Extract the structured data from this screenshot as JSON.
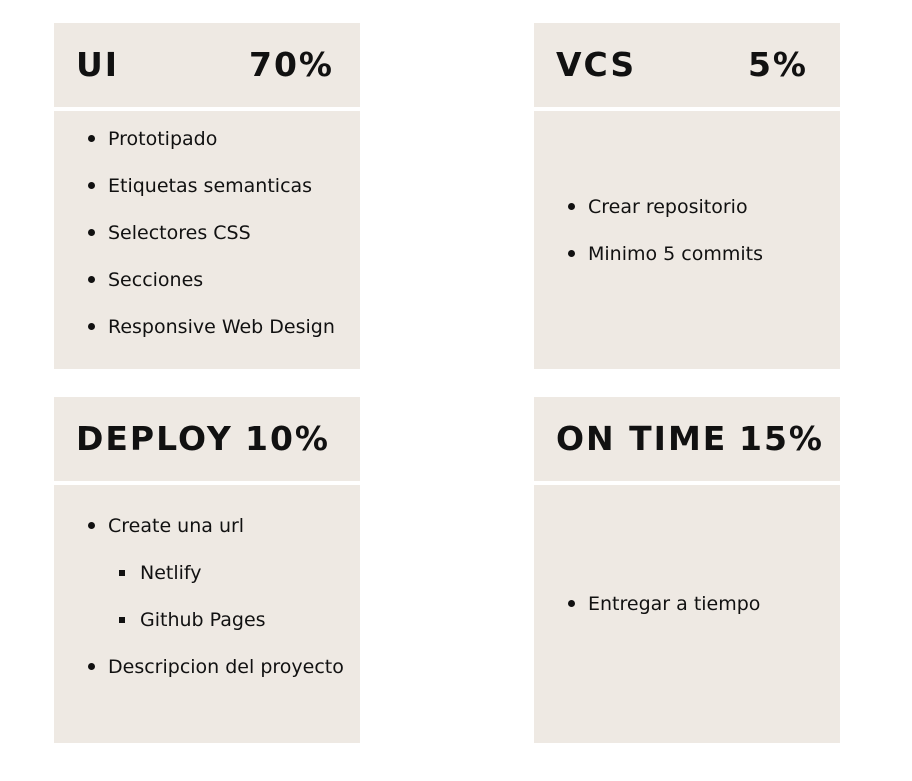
{
  "cards": [
    {
      "title": "UI",
      "percent": "70%",
      "items": [
        "Prototipado",
        "Etiquetas semanticas",
        "Selectores CSS",
        "Secciones",
        "Responsive Web Design"
      ]
    },
    {
      "title": "VCS",
      "percent": "5%",
      "items": [
        "Crear repositorio",
        "Minimo 5 commits"
      ]
    },
    {
      "title": "DEPLOY",
      "percent": "10%",
      "items": [
        "Create una url",
        "Descripcion del proyecto"
      ],
      "subitems": [
        "Netlify",
        "Github Pages"
      ]
    },
    {
      "title": "ON TIME",
      "percent": "15%",
      "items": [
        "Entregar a tiempo"
      ]
    }
  ],
  "colors": {
    "card_background": "#eee9e3",
    "text": "#111111",
    "page_background": "#ffffff"
  },
  "icons": {
    "bullet": "disc-bullet-icon",
    "sub_bullet": "square-bullet-icon"
  }
}
